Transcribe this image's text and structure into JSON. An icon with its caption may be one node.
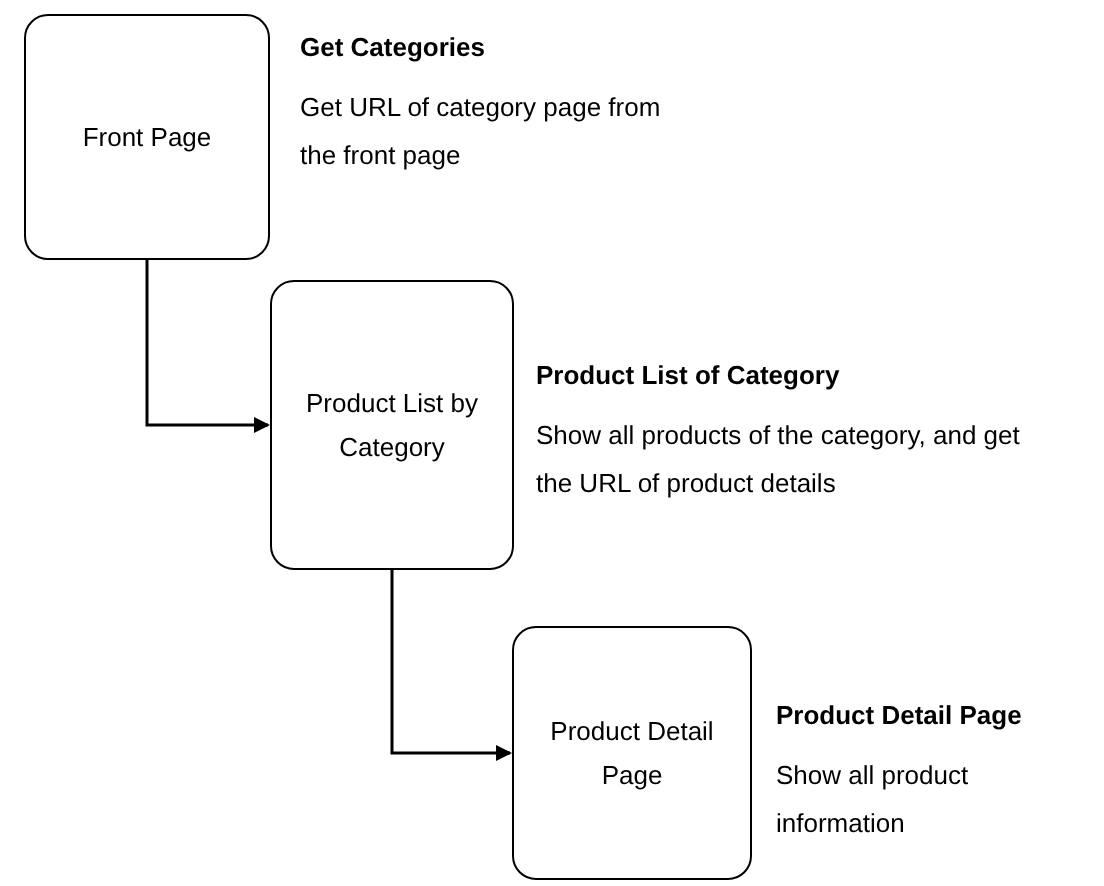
{
  "diagram": {
    "nodes": [
      {
        "text": [
          "Front Page"
        ],
        "beside": [
          "Get Categories",
          "Get URL of category page from the front page"
        ]
      },
      {
        "text": [
          "Product List by Category"
        ],
        "beside": [
          "Product List of Category",
          "Show all products of the category, and get the URL of product details"
        ]
      },
      {
        "text": [
          "Product Detail Page"
        ],
        "beside": [
          "Product Detail Page",
          "Show all product information"
        ]
      }
    ],
    "edges": [
      {
        "from": 0,
        "to": 1,
        "arrow": "to"
      },
      {
        "from": 1,
        "to": 2,
        "arrow": "to"
      }
    ]
  }
}
